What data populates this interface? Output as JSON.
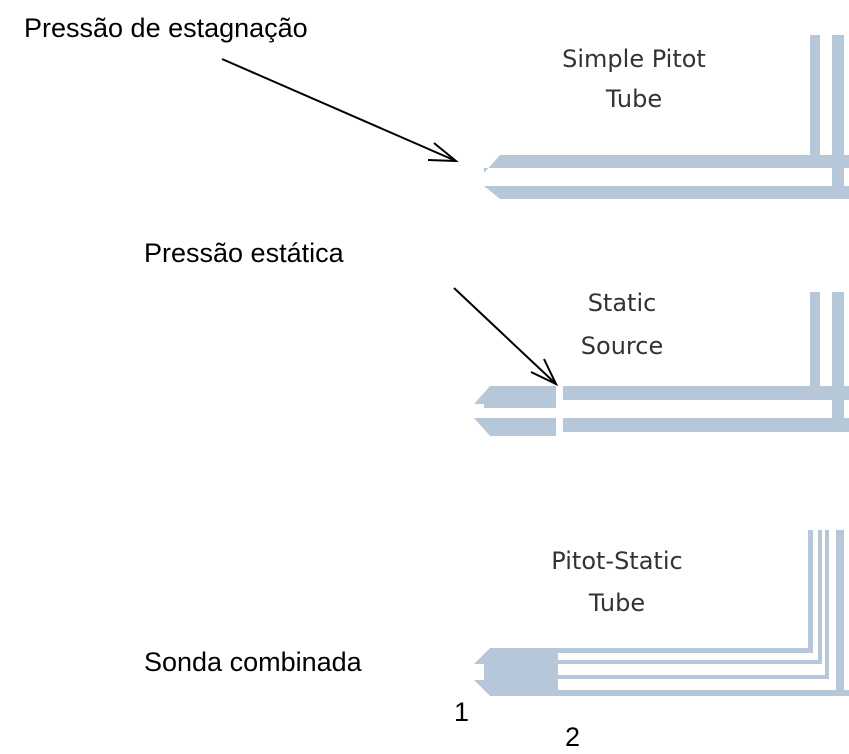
{
  "annotations": {
    "stagnation_pressure": "Pressão de estagnação",
    "static_pressure": "Pressão estática",
    "combined_probe": "Sonda combinada",
    "point_1": "1",
    "point_2": "2"
  },
  "probes": {
    "pitot": {
      "line1": "Simple Pitot",
      "line2": "Tube"
    },
    "static": {
      "line1": "Static",
      "line2": "Source"
    },
    "pitot_static": {
      "line1": "Pitot-Static",
      "line2": "Tube"
    }
  },
  "colors": {
    "tube": "#b5c7d8",
    "english_text": "#333333",
    "annotation_text": "#000000"
  }
}
